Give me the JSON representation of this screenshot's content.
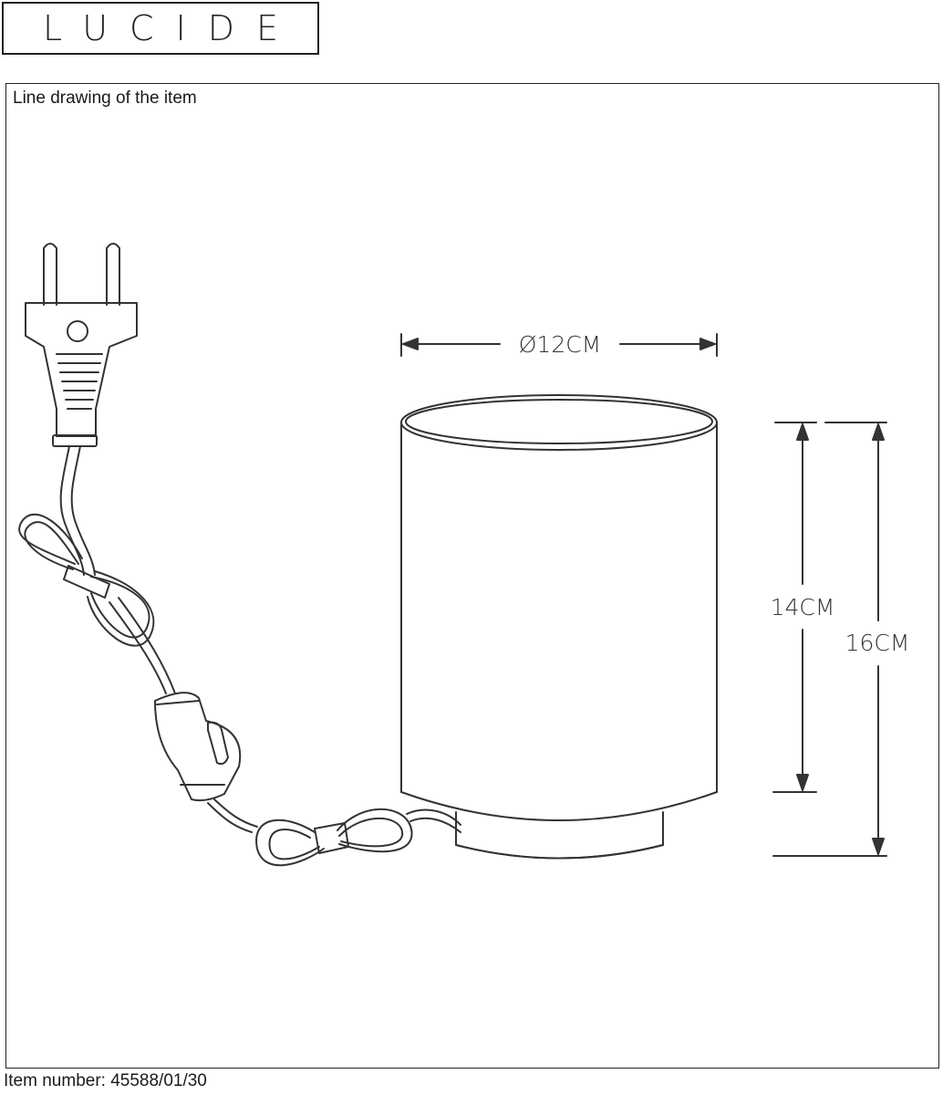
{
  "brand": {
    "logo_text": "LUCIDE"
  },
  "frame": {
    "caption": "Line drawing of the item"
  },
  "dimensions": {
    "diameter_label": "Ø12CM",
    "shade_height_label": "14CM",
    "total_height_label": "16CM"
  },
  "footer": {
    "item_number": "Item number: 45588/01/30"
  }
}
